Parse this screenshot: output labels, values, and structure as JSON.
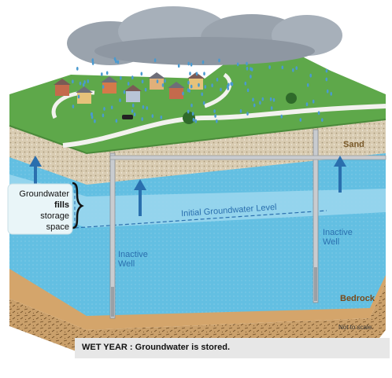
{
  "labels": {
    "sand": "Sand",
    "bedrock": "Bedrock",
    "initial_level": "Initial Groundwater Level",
    "well_left": "Inactive\nWell",
    "well_right": "Inactive\nWell",
    "callout_line1": "Groundwater",
    "callout_fills": "fills",
    "callout_line3": "storage",
    "callout_line4": "space",
    "scale_note": "Not to scale.",
    "caption": "WET YEAR : Groundwater is stored."
  },
  "colors": {
    "grass": "#5ea84a",
    "sand": "#d8cbb0",
    "water": "#6cc3e3",
    "stored_water": "#9ad6ec",
    "bedrock": "#c99a62",
    "arrow": "#2a6fae",
    "cloud": "#9aa3ad",
    "road": "#f2f2ee"
  },
  "icons": [
    "rain-cloud-icon",
    "house-icon",
    "tree-icon",
    "car-icon",
    "up-arrow-icon",
    "well-pipe-icon",
    "brace-icon"
  ]
}
